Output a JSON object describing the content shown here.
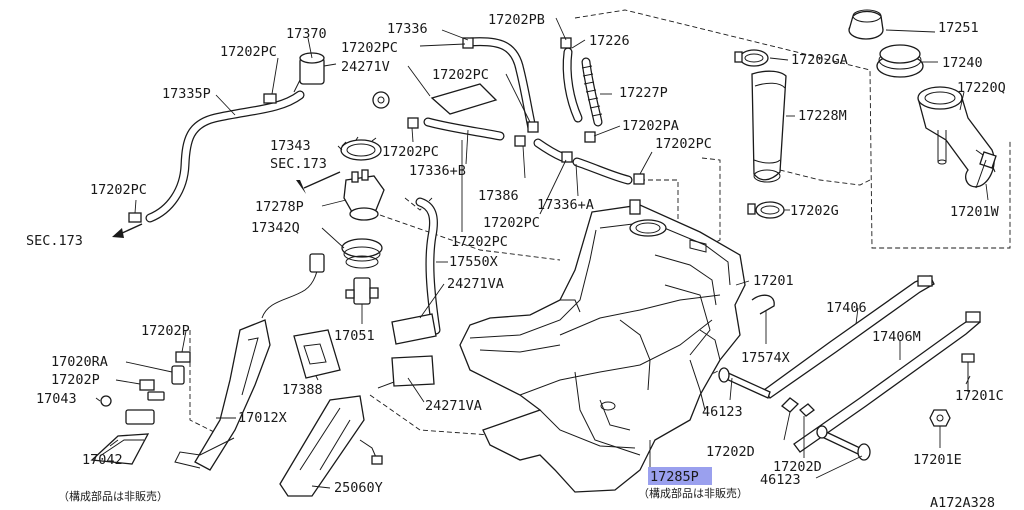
{
  "labels": {
    "p17370": "17370",
    "p17336": "17336",
    "p17202pb": "17202PB",
    "p17251": "17251",
    "p17202pc_a": "17202PC",
    "p17202pc_b": "17202PC",
    "p17226": "17226",
    "p17202ga": "17202GA",
    "p17240": "17240",
    "p24271v": "24271V",
    "p17202pc_c": "17202PC",
    "p17227p": "17227P",
    "p17220q": "17220Q",
    "p17335p": "17335P",
    "p17228m": "17228M",
    "p17202pa": "17202PA",
    "p17343": "17343",
    "p17202pc_d": "17202PC",
    "p17202pc_e": "17202PC",
    "sec173_a": "SEC.173",
    "p17336b": "17336+B",
    "p17202pc_f": "17202PC",
    "p17386": "17386",
    "p17278p": "17278P",
    "p17336a": "17336+A",
    "p17202g": "17202G",
    "p17201w": "17201W",
    "p17202pc_g": "17202PC",
    "p17342q": "17342Q",
    "p17202pc_h": "17202PC",
    "sec173_b": "SEC.173",
    "p17550x": "17550X",
    "p17201": "17201",
    "p24271va_a": "24271VA",
    "p17406": "17406",
    "p17406m": "17406M",
    "p17051": "17051",
    "p17202p_a": "17202P",
    "p17574x": "17574X",
    "p17020ra": "17020RA",
    "p17202p_b": "17202P",
    "p17388": "17388",
    "p17201c": "17201C",
    "p17043": "17043",
    "p24271va_b": "24271VA",
    "p46123_a": "46123",
    "p17012x": "17012X",
    "p17202d_a": "17202D",
    "p17201e": "17201E",
    "p17202d_b": "17202D",
    "p17042": "17042",
    "p17285p": "17285P",
    "p46123_b": "46123",
    "p25060y": "25060Y",
    "note_a": "（構成部品は非販売）",
    "note_b": "（構成部品は非販売）",
    "diagram_code": "A172A328"
  },
  "colors": {
    "line": "#1a1a1a",
    "highlight": "#9aa0ee",
    "background": "#ffffff"
  }
}
